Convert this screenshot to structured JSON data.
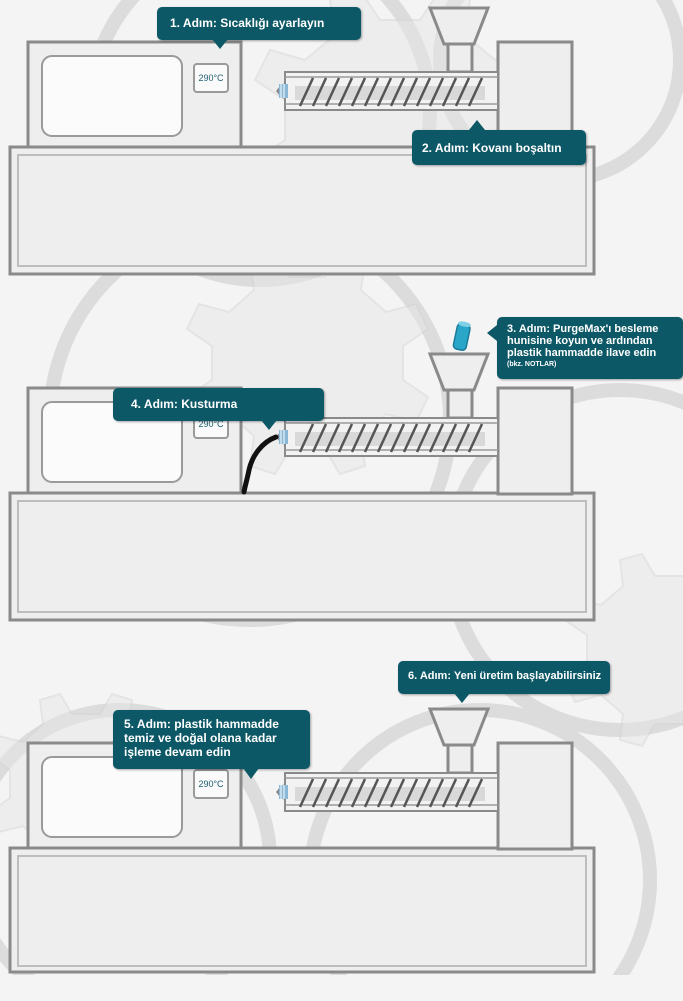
{
  "colors": {
    "callout_bg": "#0d5867",
    "machine_fill": "#eeeeee",
    "machine_stroke": "#8a8a8a",
    "screw": "#555555",
    "nozzle": "#7fb3d3",
    "purge_material": "#2aa6c8",
    "purge_hose": "#111111"
  },
  "steps": [
    {
      "text": "1. Adım: Sıcaklığı ayarlayın"
    },
    {
      "text": "2. Adım: Kovanı boşaltın"
    },
    {
      "text_lines": [
        "3. Adım: PurgeMax'ı besleme",
        "hunisine koyun ve ardından",
        "plastik hammadde ilave edin"
      ],
      "note": "(bkz. NOTLAR)"
    },
    {
      "text": "4. Adım: Kusturma"
    },
    {
      "text_lines": [
        "5. Adım: plastik hammadde",
        "temiz ve doğal olana kadar",
        "işleme devam edin"
      ]
    },
    {
      "text": "6. Adım: Yeni üretim başlayabilirsiniz"
    }
  ],
  "machines": [
    {
      "temperature": "290°C"
    },
    {
      "temperature": "290°C"
    },
    {
      "temperature": "290°C"
    }
  ]
}
